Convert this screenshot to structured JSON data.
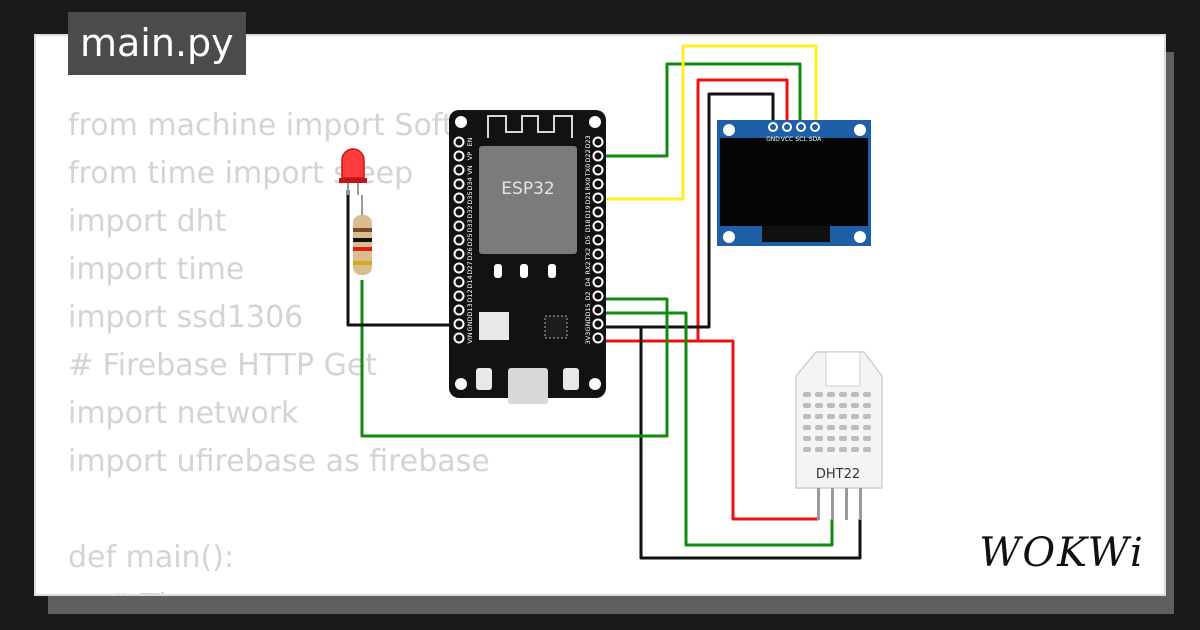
{
  "file_tab": "main.py",
  "code_lines": [
    "from machine import SoftI2C, RTC",
    "from time import sleep",
    "import dht",
    "import time",
    "import ssd1306",
    "# Firebase HTTP Get",
    "import network",
    "import ufirebase as firebase",
    "",
    "def main():",
    "    # Time"
  ],
  "esp32": {
    "label": "ESP32",
    "left_pins": [
      "EN",
      "VP",
      "VN",
      "D34",
      "D35",
      "D32",
      "D33",
      "D25",
      "D26",
      "D27",
      "D14",
      "D12",
      "D13",
      "GND",
      "VIN"
    ],
    "right_pins": [
      "D23",
      "D22",
      "TX0",
      "RX0",
      "D21",
      "D19",
      "D18",
      "D5",
      "TX2",
      "RX2",
      "D4",
      "D2",
      "D15",
      "GND",
      "3V3"
    ]
  },
  "oled": {
    "pins": [
      "GND",
      "VCC",
      "SCL",
      "SDA"
    ]
  },
  "dht": {
    "label": "DHT22"
  },
  "brand": "WOKWi",
  "colors": {
    "green": "#128a12",
    "red": "#ee1111",
    "yellow": "#ffee22",
    "black": "#111111",
    "oled_blue": "#1f5fa8"
  }
}
